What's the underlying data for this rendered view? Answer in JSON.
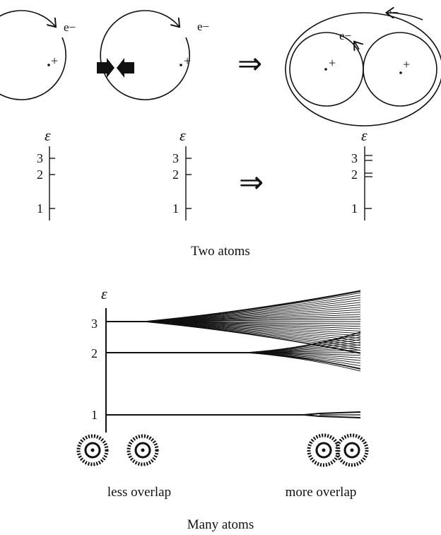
{
  "two_atoms": {
    "caption": "Two atoms",
    "electron_label": "e−",
    "nucleus_label": "+",
    "energy_symbol": "ε",
    "levels": [
      "1",
      "2",
      "3"
    ],
    "arrow_glyph": "⇒"
  },
  "many_atoms": {
    "caption": "Many atoms",
    "energy_symbol": "ε",
    "levels": [
      "1",
      "2",
      "3"
    ],
    "less_label": "less overlap",
    "more_label": "more overlap"
  }
}
